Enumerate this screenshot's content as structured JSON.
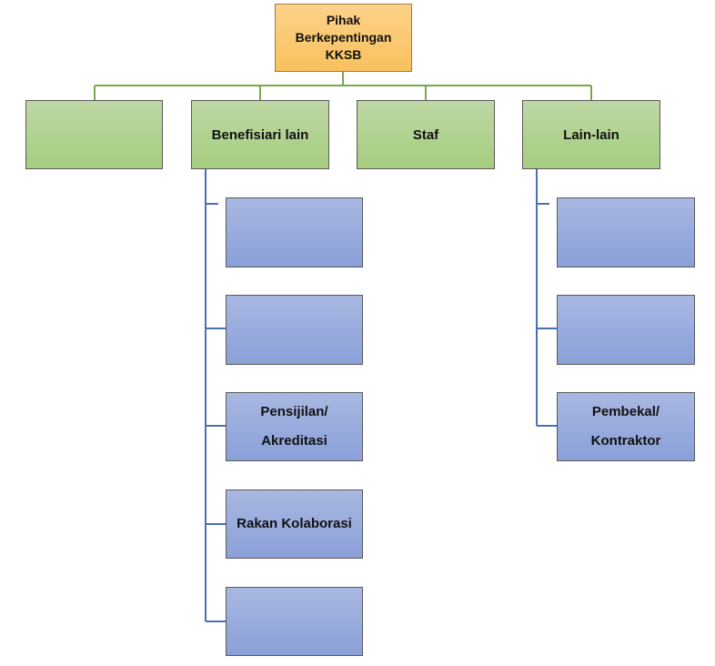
{
  "root": {
    "label": "Pihak\nBerkepentingan\nKKSB"
  },
  "groups": [
    {
      "label": ""
    },
    {
      "label": "Benefisiari lain"
    },
    {
      "label": "Staf"
    },
    {
      "label": "Lain-lain"
    }
  ],
  "benefisiari_children": [
    {
      "label": ""
    },
    {
      "label": ""
    },
    {
      "label": "Pensijilan/\nAkreditasi"
    },
    {
      "label": "Rakan Kolaborasi"
    },
    {
      "label": ""
    }
  ],
  "lainlain_children": [
    {
      "label": ""
    },
    {
      "label": ""
    },
    {
      "label": "Pembekal/\nKontraktor"
    }
  ],
  "colors": {
    "root_fill": "#f9c76f",
    "group_fill": "#b0d18f",
    "child_fill": "#98abdc",
    "green_connector": "#78a84b",
    "blue_connector": "#4a6fb5"
  }
}
